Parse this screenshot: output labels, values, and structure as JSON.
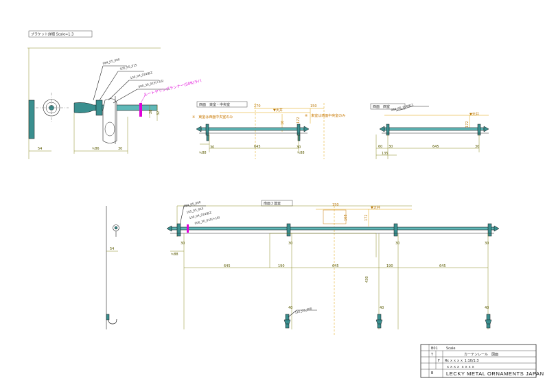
{
  "bracket_detail": {
    "title": "ブラケット詳細 Scale=1:3",
    "callouts": [
      "084_05_000",
      "105_05_015",
      "130_04_024加工",
      "000_30_015(+16)"
    ],
    "pink_note": "ルートヤリングランナー(50R)ラバ",
    "dims": {
      "width_left": "54",
      "width_mid": "≒86",
      "width_right": "30",
      "height_a": "28",
      "height_b": "32"
    }
  },
  "front_center": {
    "title": "西面　東室・中央室",
    "note_left": "※　東室は西面中央室のみ",
    "note_right": "※　東室は西面中央室のみ",
    "top_label": "▼天井",
    "dims": {
      "top_a": "270",
      "top_b": "150",
      "side": "172",
      "left": "30",
      "span": "645",
      "right": "30",
      "bottom_left": "≒88",
      "center": "10"
    }
  },
  "front_west": {
    "title": "西面　西室",
    "callout": "084_05_000加工",
    "top_label": "▼天井",
    "dims": {
      "left_a": "60",
      "left_b": "30",
      "span": "645",
      "right": "30",
      "bottom": "135",
      "height": "172"
    }
  },
  "south": {
    "title": "南面３連室",
    "top_label": "▼天井",
    "callouts": [
      "084_05_000",
      "105_05_015",
      "130_04_024加工",
      "000_30_015(+16)"
    ],
    "lower_callout": "125_03_000",
    "dims": {
      "top": "150",
      "side_top": "168",
      "side": "172",
      "left_small": "54",
      "bottom_left": "≒88",
      "drop": "30",
      "seg1": "645",
      "gap1": "190",
      "seg2": "645",
      "gap2": "190",
      "seg3": "645",
      "v_center": "430",
      "low": "40"
    }
  },
  "title_block": {
    "drawing_no": "B01",
    "scale_label": "Scale",
    "name": "カーテンレール　図面",
    "row2": "ｘｘｘｘｘ 1:10/1:3",
    "row3": "ｘｘｘｘ ｘｘｘｘ",
    "marks": [
      "T",
      "F",
      "R",
      "B"
    ],
    "company": "LECKY METAL ORNAMENTS JAPAN"
  }
}
